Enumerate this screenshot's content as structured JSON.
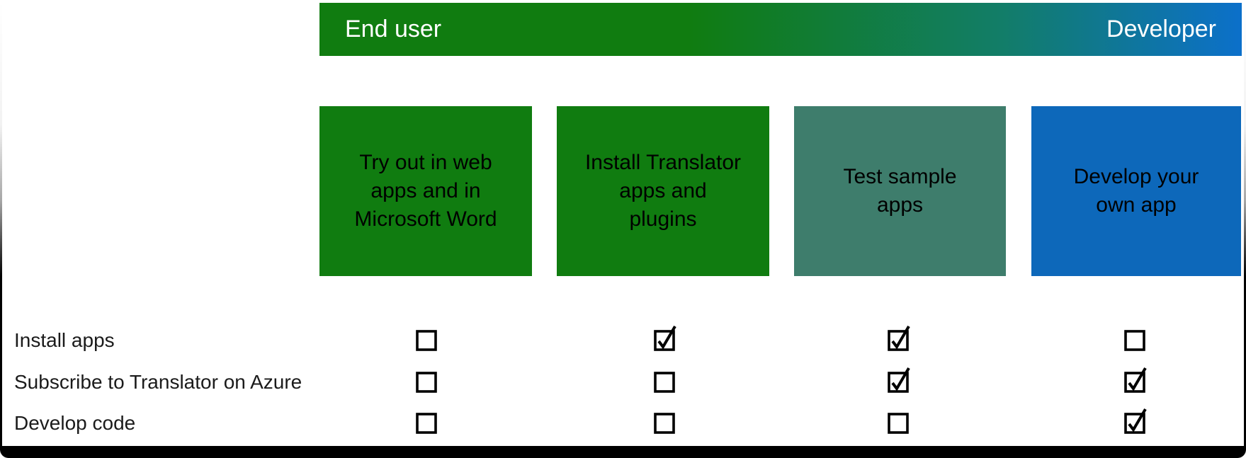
{
  "header": {
    "left_label": "End user",
    "right_label": "Developer"
  },
  "boxes": [
    {
      "label": "Try out in web\napps and in\nMicrosoft Word",
      "color": "#107C10"
    },
    {
      "label": "Install Translator\napps and\nplugins",
      "color": "#107C10"
    },
    {
      "label": "Test sample\napps",
      "color": "#3E7D6C"
    },
    {
      "label": "Develop your\nown app",
      "color": "#0D68BA"
    }
  ],
  "matrix": {
    "rows": [
      {
        "label": "Install apps",
        "checks": [
          false,
          true,
          true,
          false
        ]
      },
      {
        "label": "Subscribe to Translator on Azure",
        "checks": [
          false,
          false,
          true,
          true
        ]
      },
      {
        "label": "Develop code",
        "checks": [
          false,
          false,
          false,
          true
        ]
      }
    ]
  },
  "colors": {
    "green": "#107C10",
    "teal": "#3E7D6C",
    "blue": "#0D68BA",
    "gradient_end": "#0C70CA",
    "frame": "#000000"
  }
}
